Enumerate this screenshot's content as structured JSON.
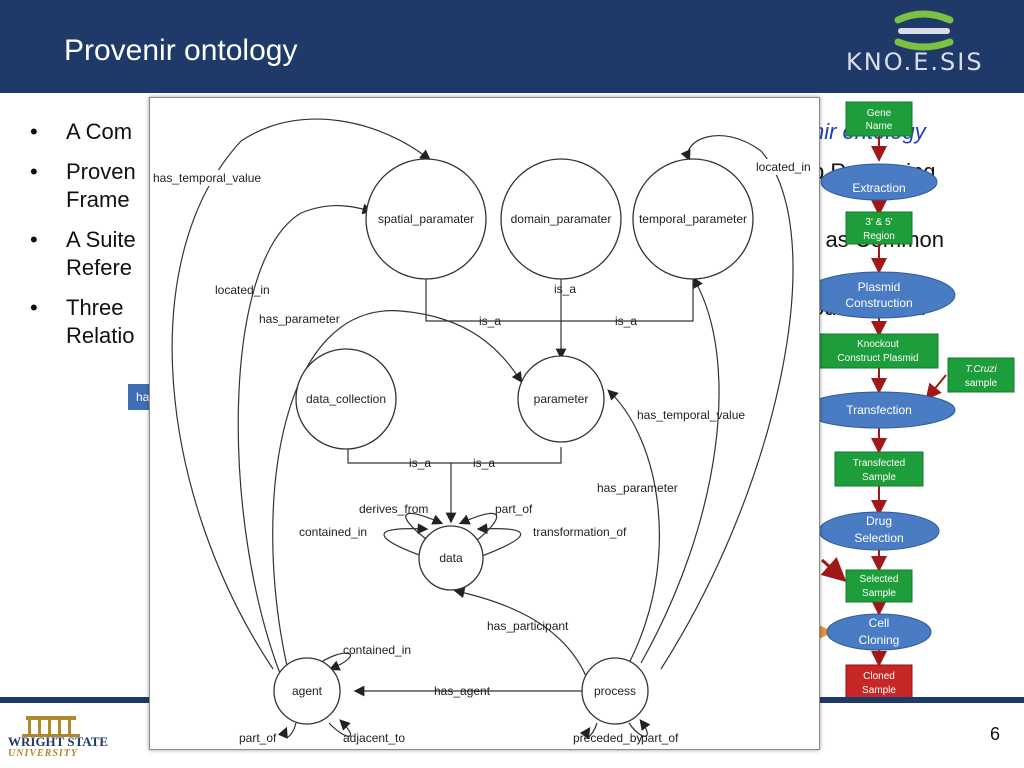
{
  "header": {
    "title": "Provenir ontology",
    "logo_text": "KNO.E.SIS",
    "logo_icon": "knoesis-logo-icon"
  },
  "bullets": [
    {
      "left": "A Com",
      "right": "nir ontology"
    },
    {
      "left": "Proven",
      "right": "b Reasoning",
      "cont": "Frame"
    },
    {
      "left": "A Suite",
      "right": "r as Common",
      "cont": "Refere"
    },
    {
      "left": "Three",
      "right": "oundational",
      "cont": "Relatio"
    }
  ],
  "hidden_tag": "ha",
  "footer": {
    "page_number": "6",
    "university_line1": "WRIGHT STATE",
    "university_line2": "UNIVERSITY"
  },
  "colors": {
    "header": "#1f3a68",
    "flow_green": "#1e9e3a",
    "flow_blue": "#4a7cc4",
    "flow_red": "#c62828",
    "arrow": "#a01818"
  },
  "flowchart": {
    "nodes": [
      {
        "id": "gene-name",
        "lines": [
          "Gene",
          "Name"
        ],
        "shape": "rect",
        "color": "green"
      },
      {
        "id": "extraction",
        "lines": [
          "Extraction"
        ],
        "shape": "ellipse",
        "color": "blue"
      },
      {
        "id": "region",
        "lines": [
          "3' & 5'",
          "Region"
        ],
        "shape": "rect",
        "color": "green"
      },
      {
        "id": "plasmid-construction",
        "lines": [
          "Plasmid",
          "Construction"
        ],
        "shape": "ellipse",
        "color": "blue"
      },
      {
        "id": "knockout",
        "lines": [
          "Knockout",
          "Construct Plasmid"
        ],
        "shape": "rect",
        "color": "green"
      },
      {
        "id": "tcruzi",
        "lines": [
          "T.Cruzi",
          "sample"
        ],
        "shape": "rect",
        "color": "green"
      },
      {
        "id": "transfection",
        "lines": [
          "Transfection"
        ],
        "shape": "ellipse",
        "color": "blue"
      },
      {
        "id": "transfected-sample",
        "lines": [
          "Transfected",
          "Sample"
        ],
        "shape": "rect",
        "color": "green"
      },
      {
        "id": "drug-selection",
        "lines": [
          "Drug",
          "Selection"
        ],
        "shape": "ellipse",
        "color": "blue"
      },
      {
        "id": "selected-sample",
        "lines": [
          "Selected",
          "Sample"
        ],
        "shape": "rect",
        "color": "green"
      },
      {
        "id": "cell-cloning",
        "lines": [
          "Cell",
          "Cloning"
        ],
        "shape": "ellipse",
        "color": "blue"
      },
      {
        "id": "cloned-sample",
        "lines": [
          "Cloned",
          "Sample"
        ],
        "shape": "rect",
        "color": "red"
      }
    ]
  },
  "ontology": {
    "classes": [
      {
        "id": "spatial",
        "label": "spatial_paramater"
      },
      {
        "id": "domain",
        "label": "domain_paramater"
      },
      {
        "id": "temporal",
        "label": "temporal_parameter"
      },
      {
        "id": "data_collection",
        "label": "data_collection"
      },
      {
        "id": "parameter",
        "label": "parameter"
      },
      {
        "id": "data",
        "label": "data"
      },
      {
        "id": "agent",
        "label": "agent"
      },
      {
        "id": "process",
        "label": "process"
      }
    ],
    "edge_labels": {
      "has_temporal_value_top": "has_temporal_value",
      "located_in_top": "located_in",
      "located_in_left": "located_in",
      "has_parameter_left": "has_parameter",
      "is_a_1": "is_a",
      "is_a_2": "is_a",
      "is_a_3": "is_a",
      "is_a_4": "is_a",
      "is_a_5": "is_a",
      "has_temporal_value_right": "has_temporal_value",
      "has_parameter_right": "has_parameter",
      "derives_from": "derives_from",
      "part_of_data": "part_of",
      "contained_in_data": "contained_in",
      "transformation_of": "transformation_of",
      "has_participant": "has_participant",
      "contained_in_agent": "contained_in",
      "has_agent": "has_agent",
      "part_of_agent": "part_of",
      "adjacent_to": "adjacent_to",
      "preceded_by": "preceded_by",
      "part_of_process": "part_of"
    }
  }
}
